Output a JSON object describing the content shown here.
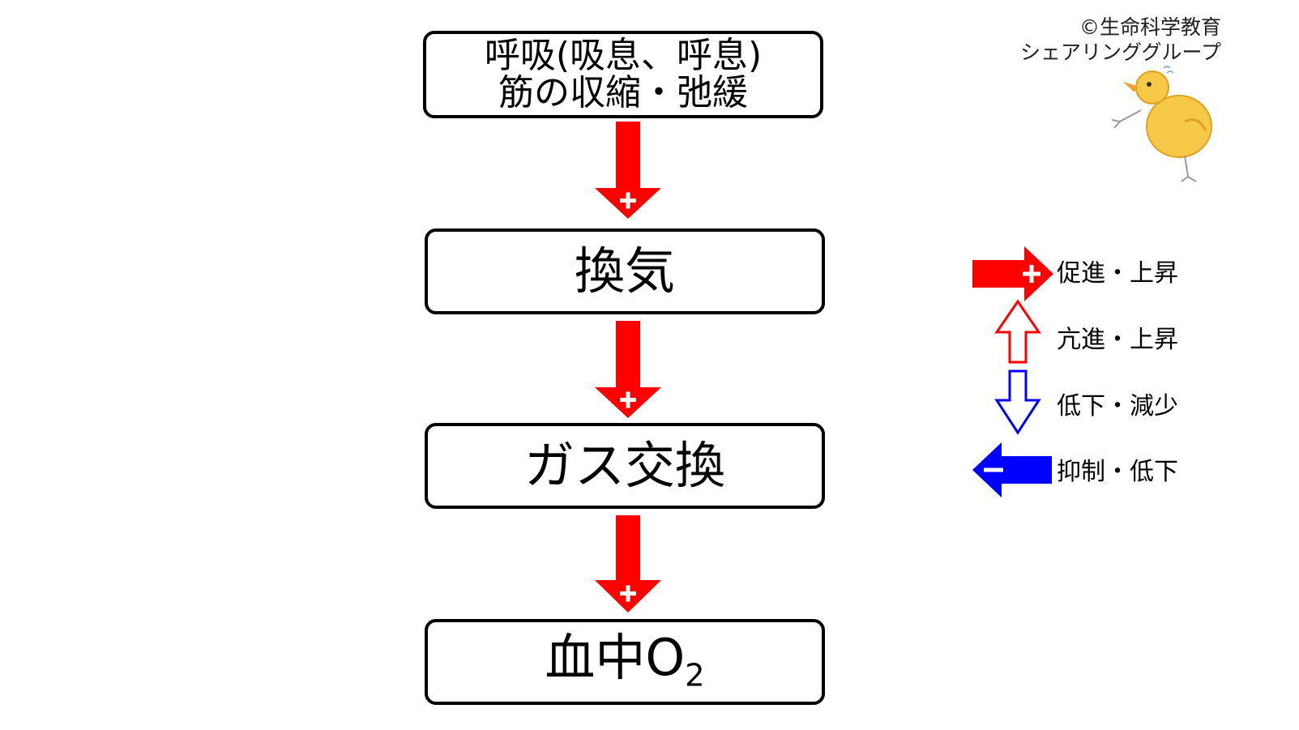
{
  "diagram": {
    "box1": {
      "line1": "呼吸(吸息、呼息)",
      "line2": "筋の収縮・弛緩"
    },
    "box2": "換気",
    "box3": "ガス交換",
    "box4": {
      "main": "血中O",
      "sub": "2"
    }
  },
  "copyright": {
    "line1": "©生命科学教育",
    "line2": "シェアリンググループ"
  },
  "legend": [
    {
      "label": "促進・上昇"
    },
    {
      "label": "亢進・上昇"
    },
    {
      "label": "低下・減少"
    },
    {
      "label": "抑制・低下"
    }
  ],
  "colors": {
    "promote": "#ff0000",
    "suppress": "#0000ff",
    "box_border": "#000000",
    "duck": "#f5c542"
  },
  "icons": {
    "promote": "plus-arrow-right-icon",
    "increase": "hollow-up-arrow-icon",
    "decrease": "hollow-down-arrow-icon",
    "suppress": "minus-arrow-left-icon"
  }
}
